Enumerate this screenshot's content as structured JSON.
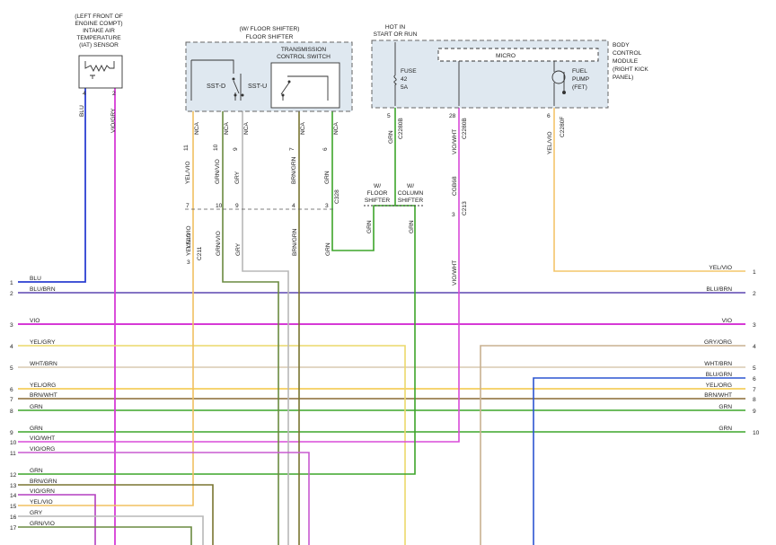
{
  "colors": {
    "BLU": "#2b3fd1",
    "BLU/BRN": "#5b46b0",
    "VIO": "#d63ad6",
    "YEL/GRY": "#ecd96a",
    "WHT/BRN": "#d8cab0",
    "YEL/ORG": "#f4c542",
    "BRN/WHT": "#8a6a34",
    "GRN": "#3da52a",
    "VIO/WHT": "#d94bd9",
    "VIO/ORG": "#c85ad0",
    "BRN/GRN": "#7a7530",
    "VIO/GRN": "#b43ec0",
    "YEL/VIO": "#f0c060",
    "GRY": "#b8b8b8",
    "GRN/VIO": "#6a8a40",
    "GRY/ORG": "#c8b090",
    "BLU/GRN": "#2c55d0",
    "YEL/VIO_R": "#f4c56a"
  },
  "iat": {
    "title": [
      "(LEFT FRONT OF",
      "ENGINE COMPT)",
      "INTAKE AIR",
      "TEMPERATURE",
      "(IAT) SENSOR"
    ],
    "pin4": "4",
    "pin2": "2",
    "wire_blu": "BLU",
    "wire_viogry": "VIO/GRY"
  },
  "tcs": {
    "note": [
      "(W/ FLOOR SHIFTER)",
      "FLOOR SHIFTER"
    ],
    "title": [
      "TRANSMISSION",
      "CONTROL SWITCH"
    ],
    "sst_d": "SST-D",
    "sst_u": "SST-U",
    "pins": [
      "11",
      "10",
      "9",
      "7",
      "6"
    ],
    "nca": [
      "NCA",
      "NCA",
      "NCA",
      "NCA",
      "NCA"
    ],
    "wires": [
      "YEL/VIO",
      "GRN/VIO",
      "GRY",
      "BRN/GRN",
      "GRN"
    ]
  },
  "lower_conn": {
    "pins": [
      "7",
      "10",
      "9",
      "4",
      "3"
    ],
    "wires": [
      "YEL/VIO",
      "GRN/VIO",
      "GRY",
      "BRN/GRN",
      "GRN"
    ],
    "name": "C328",
    "c211_pin": "3",
    "c211": "C211",
    "c211_wire": "YEL/VIO"
  },
  "shifter": {
    "floor": [
      "W/",
      "FLOOR",
      "SHIFTER"
    ],
    "column": [
      "W/",
      "COLUMN",
      "SHIFTER"
    ],
    "floor_wire": "GRN",
    "column_wire": "GRN"
  },
  "bcm": {
    "hot": [
      "HOT IN",
      "START OR RUN"
    ],
    "fuse": [
      "FUSE",
      "42",
      "5A"
    ],
    "micro": "MICRO",
    "pump": [
      "FUEL",
      "PUMP",
      "(FET)"
    ],
    "title": [
      "BODY",
      "CONTROL",
      "MODULE",
      "(RIGHT KICK",
      "PANEL)"
    ],
    "pin_fuse": "5",
    "conn_fuse": "C2280B",
    "wire_fuse": "GRN",
    "pin_micro": "28",
    "conn_micro": "C2280B",
    "wire_micro": "VIO/WHT",
    "pin_pump": "6",
    "conn_pump": "C2280F",
    "wire_pump": "YEL/VIO",
    "g_wire": "CGB68",
    "c213_pin": "3",
    "c213": "C213",
    "c213_wire": "VIO/WHT"
  },
  "left_rows": [
    {
      "n": "1",
      "label": "BLU",
      "color": "BLU"
    },
    {
      "n": "2",
      "label": "BLU/BRN",
      "color": "BLU/BRN"
    },
    {
      "n": "3",
      "label": "VIO",
      "color": "VIO"
    },
    {
      "n": "4",
      "label": "YEL/GRY",
      "color": "YEL/GRY"
    },
    {
      "n": "5",
      "label": "WHT/BRN",
      "color": "WHT/BRN"
    },
    {
      "n": "6",
      "label": "YEL/ORG",
      "color": "YEL/ORG"
    },
    {
      "n": "7",
      "label": "BRN/WHT",
      "color": "BRN/WHT"
    },
    {
      "n": "8",
      "label": "GRN",
      "color": "GRN"
    },
    {
      "n": "9",
      "label": "GRN",
      "color": "GRN"
    },
    {
      "n": "10",
      "label": "VIO/WHT",
      "color": "VIO/WHT"
    },
    {
      "n": "11",
      "label": "VIO/ORG",
      "color": "VIO/ORG"
    },
    {
      "n": "12",
      "label": "GRN",
      "color": "GRN"
    },
    {
      "n": "13",
      "label": "BRN/GRN",
      "color": "BRN/GRN"
    },
    {
      "n": "14",
      "label": "VIO/GRN",
      "color": "VIO/GRN"
    },
    {
      "n": "15",
      "label": "YEL/VIO",
      "color": "YEL/VIO"
    },
    {
      "n": "16",
      "label": "GRY",
      "color": "GRY"
    },
    {
      "n": "17",
      "label": "GRN/VIO",
      "color": "GRN/VIO"
    }
  ],
  "right_rows": [
    {
      "n": "1",
      "label": "YEL/VIO",
      "color": "YEL/VIO_R"
    },
    {
      "n": "2",
      "label": "BLU/BRN",
      "color": "BLU/BRN"
    },
    {
      "n": "3",
      "label": "VIO",
      "color": "VIO"
    },
    {
      "n": "4",
      "label": "GRY/ORG",
      "color": "GRY/ORG"
    },
    {
      "n": "5",
      "label": "WHT/BRN",
      "color": "WHT/BRN"
    },
    {
      "n": "6",
      "label": "BLU/GRN",
      "color": "BLU/GRN"
    },
    {
      "n": "7",
      "label": "YEL/ORG",
      "color": "YEL/ORG"
    },
    {
      "n": "8",
      "label": "BRN/WHT",
      "color": "BRN/WHT"
    },
    {
      "n": "9",
      "label": "GRN",
      "color": "GRN"
    },
    {
      "n": "10",
      "label": "GRN",
      "color": "GRN"
    }
  ]
}
